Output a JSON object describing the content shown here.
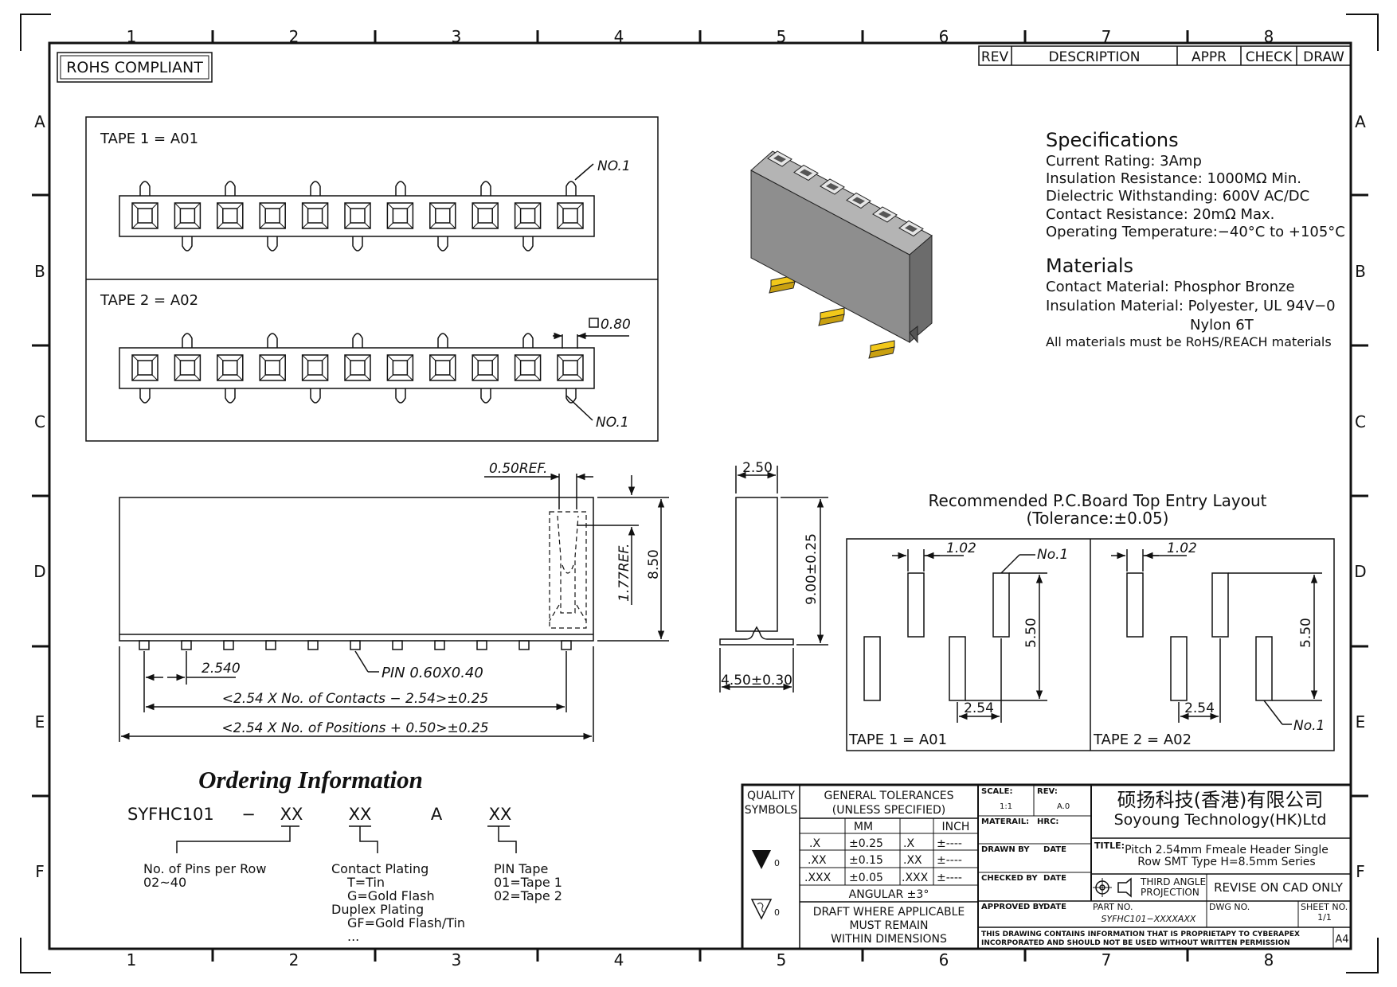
{
  "border": {
    "columns": [
      "1",
      "2",
      "3",
      "4",
      "5",
      "6",
      "7",
      "8"
    ],
    "rows": [
      "A",
      "B",
      "C",
      "D",
      "E",
      "F"
    ]
  },
  "rohs": "ROHS COMPLIANT",
  "revision_table": {
    "rev": "REV",
    "description": "DESCRIPTION",
    "appr": "APPR",
    "check": "CHECK",
    "draw": "DRAW"
  },
  "tape_views": {
    "tape1_label": "TAPE  1  =  A01",
    "tape2_label": "TAPE  2  =  A02",
    "no1": "NO.1",
    "pin_square": "0.80"
  },
  "specifications": {
    "heading": "Specifications",
    "lines": [
      "Current Rating:    3Amp",
      "Insulation Resistance: 1000MΩ  Min.",
      "Dielectric Withstanding:   600V AC/DC",
      "Contact Resistance:   20mΩ  Max.",
      "Operating Temperature:−40°C  to  +105°C"
    ]
  },
  "materials": {
    "heading": "Materials",
    "lines": [
      "Contact Material: Phosphor Bronze",
      "Insulation Material: Polyester, UL 94V−0",
      "Nylon 6T",
      "All  materials  must  be  RoHS/REACH  materials"
    ]
  },
  "front_view": {
    "ref_050": "0.50REF.",
    "ref_177": "1.77REF.",
    "height_850": "8.50",
    "pitch": "2.540",
    "pin": "PIN  0.60X0.40",
    "contacts_formula": "<2.54  X  No.  of  Contacts  −  2.54>±0.25",
    "positions_formula": "<2.54  X  No.  of  Positions  +  0.50>±0.25"
  },
  "side_view": {
    "width": "2.50",
    "height": "9.00±0.25",
    "foot": "4.50±0.30"
  },
  "pcb_layout": {
    "title": "Recommended  P.C.Board  Top  Entry  Layout",
    "tolerance": "(Tolerance:±0.05)",
    "pad_gap": "1.02",
    "row_spacing": "5.50",
    "pitch": "2.54",
    "no1": "No.1",
    "tape1_label": "TAPE  1  =  A01",
    "tape2_label": "TAPE  2  =  A02"
  },
  "ordering": {
    "title": "Ordering Information",
    "code": [
      "SYFHC101",
      "−",
      "XX",
      "XX",
      "A",
      "XX"
    ],
    "pins_label": "No.  of  Pins  per  Row",
    "pins_range": "02~40",
    "plating_label": "Contact  Plating",
    "plating_opts": [
      "T=Tin",
      "G=Gold  Flash"
    ],
    "duplex_label": "Duplex  Plating",
    "duplex_opts": [
      "GF=Gold  Flash/Tin",
      "..."
    ],
    "tape_label": "PIN  Tape",
    "tape_opts": [
      "01=Tape  1",
      "02=Tape  2"
    ]
  },
  "title_block": {
    "quality": "QUALITY",
    "symbols": "SYMBOLS",
    "sym_mark": "0",
    "gen_tol": "GENERAL  TOLERANCES",
    "unless": "(UNLESS  SPECIFIED)",
    "mm": "MM",
    "inch": "INCH",
    "tol_rows": [
      {
        "p": ".X",
        "mm": "±0.25",
        "ip": ".X",
        "in": "±----"
      },
      {
        "p": ".XX",
        "mm": "±0.15",
        "ip": ".XX",
        "in": "±----"
      },
      {
        "p": ".XXX",
        "mm": "±0.05",
        "ip": ".XXX",
        "in": "±----"
      }
    ],
    "angular": "ANGULAR  ±3°",
    "draft": [
      "DRAFT  WHERE  APPLICABLE",
      "MUST  REMAIN",
      "WITHIN  DIMENSIONS"
    ],
    "scale_label": "SCALE:",
    "scale": "1:1",
    "rev_label": "REV:",
    "rev": "A.0",
    "material": "MATERAIL:",
    "hrc": "HRC:",
    "drawn": "DRAWN  BY",
    "checked": "CHECKED  BY",
    "approved": "APPROVED  BY",
    "date": "DATE",
    "company_cn": "硕扬科技(香港)有限公司",
    "company_en": "Soyoung  Technology(HK)Ltd",
    "title_label": "TITLE:",
    "title_1": "Pitch  2.54mm  Fmeale  Header  Single",
    "title_2": "Row  SMT  Type  H=8.5mm  Series",
    "third_angle_1": "THIRD  ANGLE",
    "third_angle_2": "PROJECTION",
    "revise": "REVISE  ON  CAD  ONLY",
    "part_label": "PART  NO.",
    "part_no": "SYFHC101−XXXXAXX",
    "dwg_label": "DWG  NO.",
    "sheet_label": "SHEET  NO.",
    "sheet": "1/1",
    "notice_1": "THIS  DRAWING  CONTAINS  INFORMATION  THAT  IS  PROPRIETAPY  TO  CYBERAPEX",
    "notice_2": "INCORPORATED  AND  SHOULD  NOT  BE  USED  WITHOUT  WRITTEN  PERMISSION",
    "paper": "A4"
  },
  "colors": {
    "line": "#111111",
    "body": "#8e8e8e",
    "body_top": "#b4b4b4",
    "body_dark": "#6c6c6c",
    "gold": "#f2c81a"
  }
}
